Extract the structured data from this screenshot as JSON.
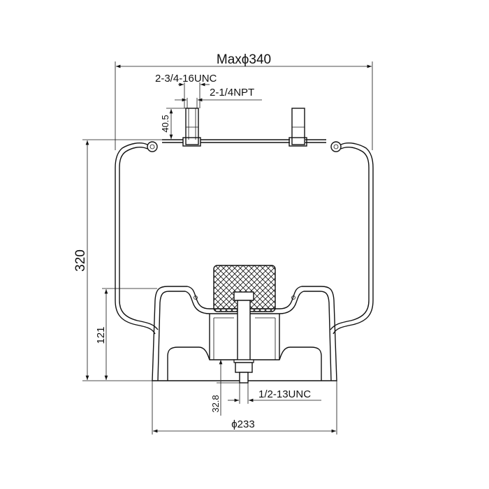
{
  "dimensions": {
    "max_diameter": "Maxϕ340",
    "stud_thread": "2-3/4-16UNC",
    "air_fitting": "2-1/4NPT",
    "stud_height": "40.5",
    "overall_height": "320",
    "piston_height": "121",
    "bolt_length": "32.8",
    "bolt_thread": "1/2-13UNC",
    "piston_diameter": "ϕ233"
  },
  "colors": {
    "line": "#111111",
    "background": "#ffffff"
  }
}
